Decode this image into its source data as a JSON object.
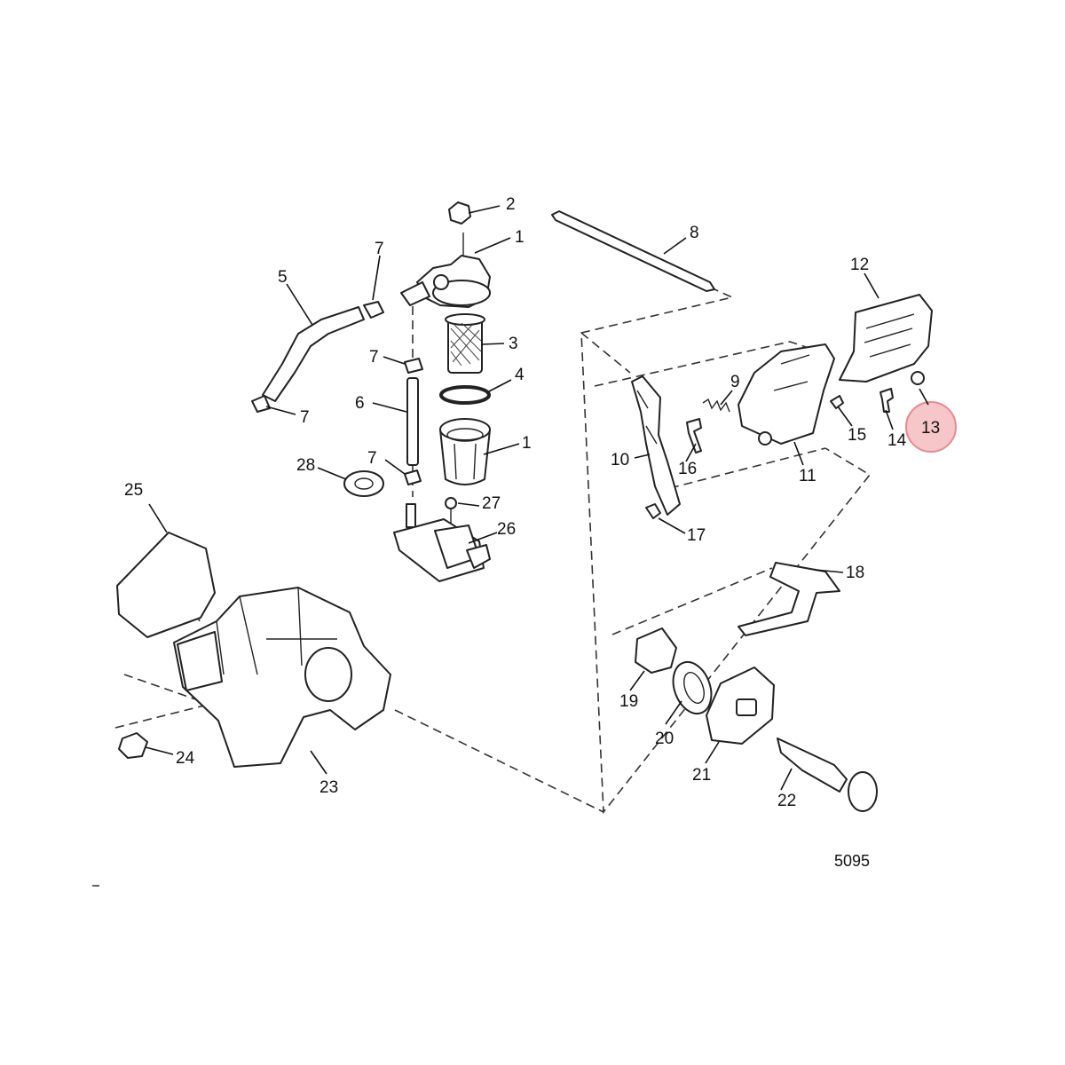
{
  "callouts": {
    "c1": "1",
    "c1b": "1",
    "c2": "2",
    "c3": "3",
    "c4": "4",
    "c5": "5",
    "c6": "6",
    "c7a": "7",
    "c7b": "7",
    "c7c": "7",
    "c7d": "7",
    "c8": "8",
    "c9": "9",
    "c10": "10",
    "c11": "11",
    "c12": "12",
    "c13": "13",
    "c14": "14",
    "c15": "15",
    "c16": "16",
    "c17": "17",
    "c18": "18",
    "c19": "19",
    "c20": "20",
    "c21": "21",
    "c22": "22",
    "c23": "23",
    "c24": "24",
    "c25": "25",
    "c26": "26",
    "c27": "27",
    "c28": "28"
  },
  "highlight": {
    "part": "13",
    "color": "#f7c6c8"
  },
  "figure_number": "5095"
}
